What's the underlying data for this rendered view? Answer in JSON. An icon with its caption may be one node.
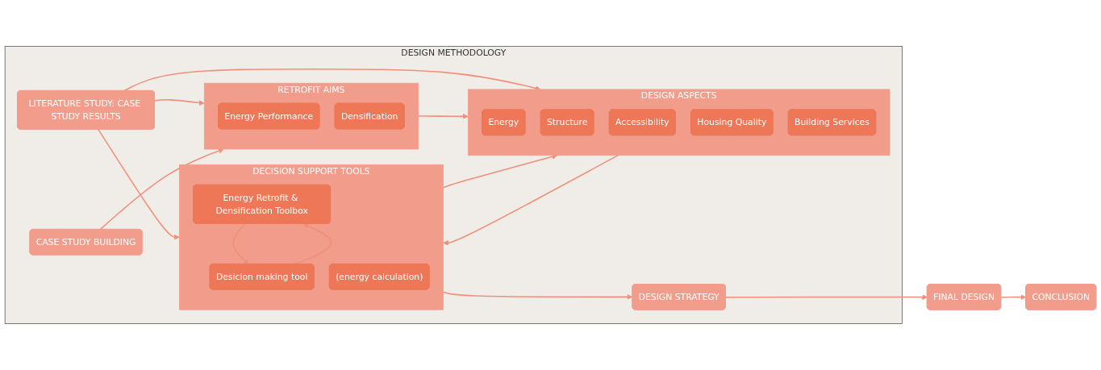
{
  "diagram": {
    "nodes": [
      {
        "text": [
          "DESIGN METHODOLOGY"
        ]
      },
      {
        "text": [
          "LITERATURE STUDY: CASE STUDY RESULTS"
        ],
        "in": 0
      },
      {
        "text": [
          "CASE STUDY BUILDING"
        ],
        "in": 0
      },
      {
        "text": [
          "RETROFIT AIMS"
        ],
        "in": 0
      },
      {
        "text": [
          "Energy Performance"
        ],
        "in": 3
      },
      {
        "text": [
          "Densification"
        ],
        "in": 3
      },
      {
        "text": [
          "DESIGN ASPECTS"
        ],
        "in": 0
      },
      {
        "text": [
          "Energy"
        ],
        "in": 6
      },
      {
        "text": [
          "Structure"
        ],
        "in": 6
      },
      {
        "text": [
          "Accessibility"
        ],
        "in": 6
      },
      {
        "text": [
          "Housing Quality"
        ],
        "in": 6
      },
      {
        "text": [
          "Building Services"
        ],
        "in": 6
      },
      {
        "text": [
          "DECISION SUPPORT TOOLS"
        ],
        "in": 0
      },
      {
        "text": [
          "Energy Retrofit & Densification Toolbox"
        ],
        "in": 12
      },
      {
        "text": [
          "Desicion making tool"
        ],
        "in": 12
      },
      {
        "text": [
          "(energy calculation)"
        ],
        "in": 12
      },
      {
        "text": [
          "DESIGN STRATEGY"
        ],
        "in": 0
      },
      {
        "text": [
          "FINAL DESIGN"
        ]
      },
      {
        "text": [
          "CONCLUSION"
        ]
      }
    ],
    "edges": [
      {
        "from": 1,
        "to": 3,
        "arrow": "to"
      },
      {
        "from": 1,
        "to": 6,
        "arrow": "to"
      },
      {
        "from": 1,
        "to": 12,
        "arrow": "to"
      },
      {
        "from": 2,
        "to": 3,
        "arrow": "to"
      },
      {
        "from": 3,
        "to": 6,
        "arrow": "to"
      },
      {
        "from": 12,
        "to": 6,
        "arrow": "to"
      },
      {
        "from": 6,
        "to": 12,
        "arrow": "to"
      },
      {
        "from": 13,
        "to": 14,
        "arrow": "to"
      },
      {
        "from": 14,
        "to": 13,
        "arrow": "to"
      },
      {
        "from": 12,
        "to": 16,
        "arrow": "to"
      },
      {
        "from": 16,
        "to": 17,
        "arrow": "to"
      },
      {
        "from": 17,
        "to": 18,
        "arrow": "to"
      }
    ]
  }
}
